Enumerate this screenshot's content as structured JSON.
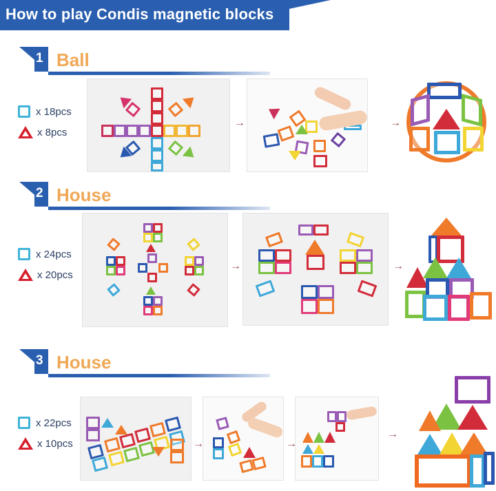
{
  "header": {
    "title": "How to play Condis magnetic blocks"
  },
  "colors": {
    "brand_blue": "#2a5fb0",
    "section_orange": "#f0a856",
    "text_navy": "#2b3f63",
    "arrow": "#a0525a",
    "square_icon": "#3fb4d8",
    "triangle_icon": "#d6202e"
  },
  "arrow_glyph": "→",
  "sections": [
    {
      "number": "1",
      "title": "Ball",
      "squares": "x 18pcs",
      "triangles": "x 8pcs",
      "steps": [
        "flat layout of squares and triangles in star pattern",
        "hands assembling pieces",
        "finished ball"
      ]
    },
    {
      "number": "2",
      "title": "House",
      "squares": "x 24pcs",
      "triangles": "x 20pcs",
      "steps": [
        "flat cross layout",
        "partially raised layout",
        "finished tower house"
      ]
    },
    {
      "number": "3",
      "title": "House",
      "squares": "x 22pcs",
      "triangles": "x 10pcs",
      "steps": [
        "flat zigzag layout",
        "hands folding pieces",
        "hands stacking roof",
        "finished house"
      ]
    }
  ]
}
